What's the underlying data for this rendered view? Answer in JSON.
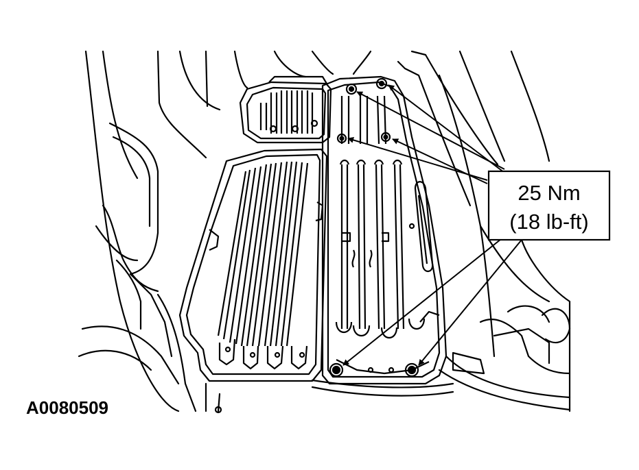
{
  "figure": {
    "id": "A0080509"
  },
  "callout": {
    "line1": "25 Nm",
    "line2": "(18 lb-ft)"
  },
  "colors": {
    "ink": "#000000",
    "paper": "#ffffff"
  }
}
